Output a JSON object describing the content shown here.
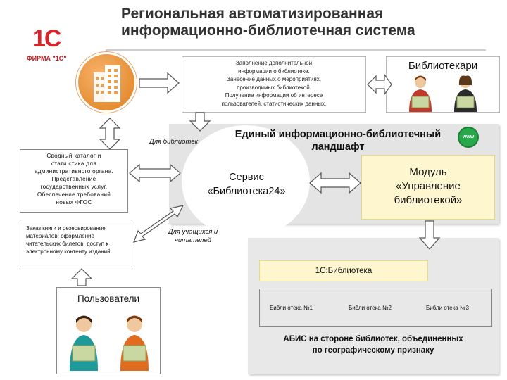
{
  "title": "Региональная автоматизированная информационно-библиотечная система",
  "logo": {
    "mark": "1С",
    "caption": "ФИРМА \"1С\""
  },
  "info_box": {
    "lines": [
      "Заполнение дополнительной",
      "информации о библиотеке.",
      "Занесение данных о мероприятиях,",
      "производимых библиотекой.",
      "Получение информации об интересе",
      "пользователей, статистических данных."
    ]
  },
  "librarians": {
    "title": "Библиотекари"
  },
  "landscape": {
    "title_line1": "Единый информационно-библиотечный",
    "title_line2": "ландшафт",
    "www_icon": "www-globe-icon"
  },
  "service": {
    "line1": "Сервис",
    "line2": "«Библиотека24»"
  },
  "module": {
    "line1": "Модуль",
    "line2": "«Управление",
    "line3": "библиотекой»"
  },
  "catalog_box": {
    "lines": [
      "Сводный каталог и",
      "стати стика для",
      "административного органа.",
      "Представление",
      "государственных услуг.",
      "Обеспечение требований",
      "новых ФГОС"
    ]
  },
  "orders_box": {
    "lines": [
      "Заказ книги и резервирование",
      "материалов; оформление",
      "читательских билетов; доступ к",
      "электронному контенту изданий."
    ]
  },
  "for_libraries": "Для библиотек",
  "for_students": {
    "line1": "Для учащихся и",
    "line2": "читателей"
  },
  "abis": {
    "product": "1С:Библиотека",
    "libraries": [
      "Библи отека №1",
      "Библи отека №2",
      "Библи отека №3"
    ],
    "caption_line1": "АБИС на стороне библиотек, объединенных",
    "caption_line2": "по географическому признаку"
  },
  "users": {
    "title": "Пользователи"
  },
  "colors": {
    "orange": "#e8892a",
    "yellow_box": "#fdf6cf",
    "grey_area": "#e4e4e4",
    "www_green": "#27a84a",
    "logo_red": "#d6262b"
  }
}
